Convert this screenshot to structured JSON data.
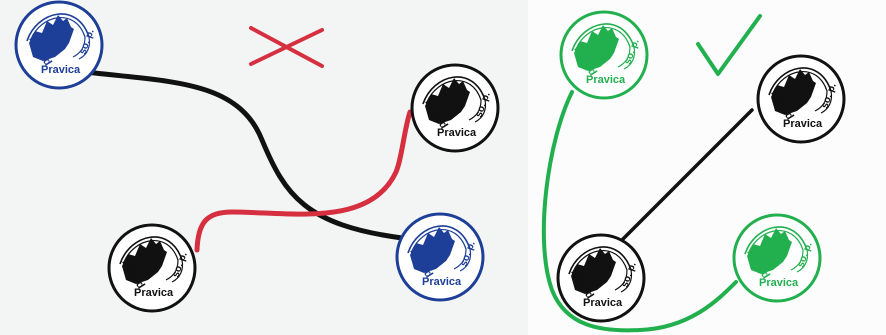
{
  "colors": {
    "blue": "#1e3f98",
    "black": "#111111",
    "green": "#22b04f",
    "red": "#d63040",
    "white": "#ffffff"
  },
  "logo_text": {
    "word_left": "Zavod",
    "word_bottom": "Pravica",
    "word_right": "so. p."
  },
  "panels": [
    {
      "id": "wrong",
      "verdict_symbol": "cross-mark",
      "verdict_color": "#d63040",
      "stamps": [
        "blue",
        "black",
        "black",
        "blue"
      ],
      "connections": [
        {
          "from": "blue stamp (top-left)",
          "to": "blue stamp (bottom-right)",
          "line_color": "#111111"
        },
        {
          "from": "black stamp (bottom-left)",
          "to": "black stamp (top-right)",
          "line_color": "#d63040"
        }
      ]
    },
    {
      "id": "right",
      "verdict_symbol": "check-mark",
      "verdict_color": "#22b04f",
      "stamps": [
        "green",
        "black",
        "black",
        "green"
      ],
      "connections": [
        {
          "from": "green stamp (top-left)",
          "to": "green stamp (bottom-right)",
          "line_color": "#22b04f"
        },
        {
          "from": "black stamp (bottom-left)",
          "to": "black stamp (top-right)",
          "line_color": "#111111"
        }
      ]
    }
  ]
}
